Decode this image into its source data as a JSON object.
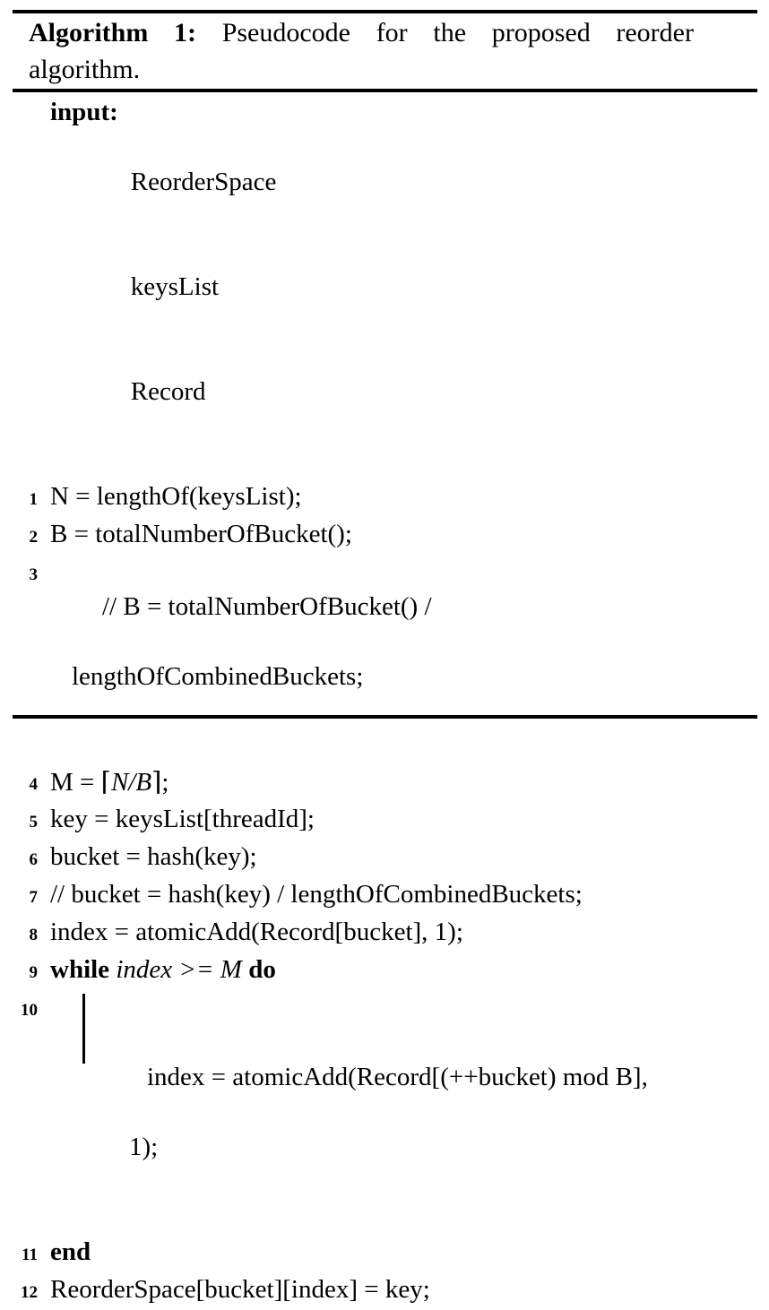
{
  "caption": {
    "name": "Algorithm 1:",
    "text": " Pseudocode for the proposed reorder algorithm."
  },
  "input_block": {
    "label": "input:",
    "values": [
      "ReorderSpace",
      "keysList",
      "Record"
    ]
  },
  "lines": [
    {
      "no": "1",
      "text": "N = lengthOf(keysList);"
    },
    {
      "no": "2",
      "text": "B = totalNumberOfBucket();"
    },
    {
      "no": "3",
      "text": "// B = totalNumberOfBucket() /",
      "cont": "lengthOfCombinedBuckets;"
    },
    {
      "no": "4",
      "pre": "M = ",
      "ceil_open": "⌈",
      "math": "N/B",
      "ceil_close": "⌉",
      "post": ";"
    },
    {
      "no": "5",
      "text": "key = keysList[threadId];"
    },
    {
      "no": "6",
      "text": "bucket = hash(key);"
    },
    {
      "no": "7",
      "text": "// bucket = hash(key) / lengthOfCombinedBuckets;"
    },
    {
      "no": "8",
      "text": "index = atomicAdd(Record[bucket], 1);"
    },
    {
      "no": "9",
      "kw1": "while",
      "math1": "index",
      "op": ">=",
      "math2": "M",
      "kw2": "do"
    },
    {
      "no": "10",
      "text": "index = atomicAdd(Record[(++bucket) mod B],",
      "cont": "1);"
    },
    {
      "no": "11",
      "kw": "end"
    },
    {
      "no": "12",
      "text": "ReorderSpace[bucket][index] = key;"
    }
  ]
}
